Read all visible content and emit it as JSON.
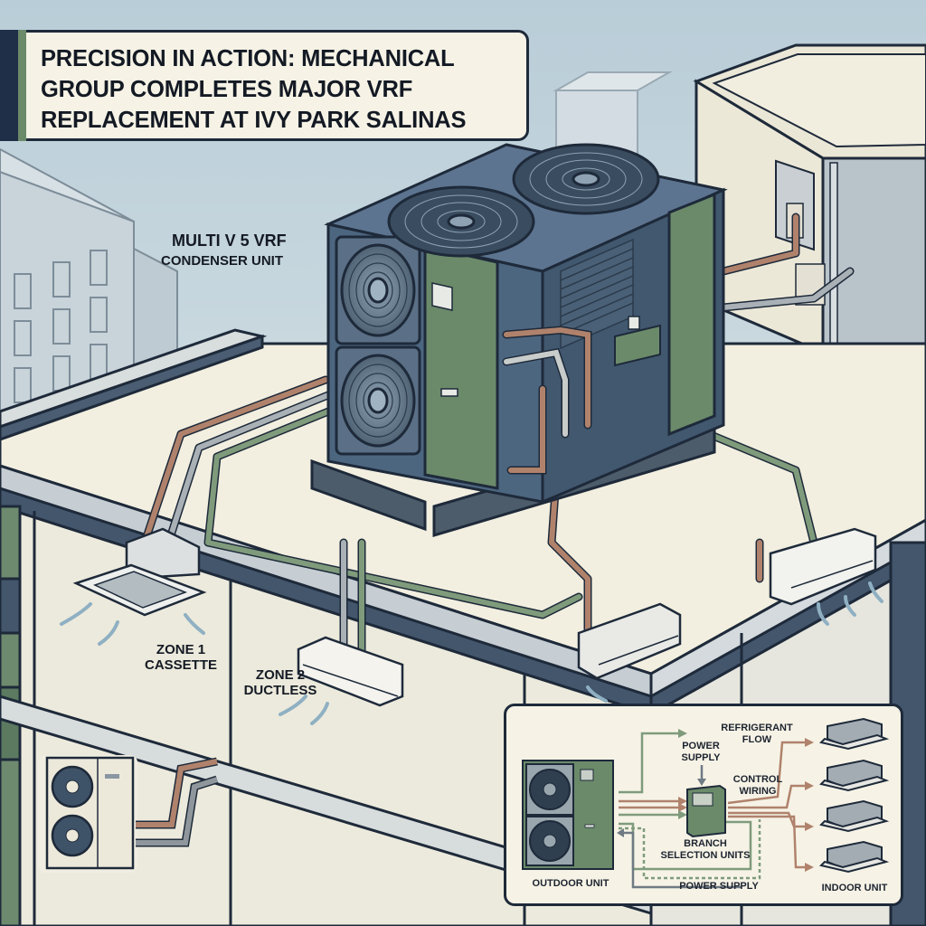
{
  "header": {
    "title": "PRECISION IN ACTION: MECHANICAL GROUP COMPLETES MAJOR VRF REPLACEMENT AT IVY PARK SALINAS"
  },
  "callouts": {
    "condenser": {
      "line1": "MULTI V 5 VRF",
      "line2": "CONDENSER UNIT"
    },
    "zone1": {
      "line1": "ZONE 1",
      "line2": "CASSETTE"
    },
    "zone2": {
      "line1": "ZONE 2",
      "line2": "DUCTLESS"
    }
  },
  "schematic": {
    "outdoor_unit": "OUTDOOR UNIT",
    "refrigerant_flow": {
      "line1": "REFRIGERANT",
      "line2": "FLOW"
    },
    "power_supply_top": {
      "line1": "POWER",
      "line2": "SUPPLY"
    },
    "control_wiring": {
      "line1": "CONTROL",
      "line2": "WIRING"
    },
    "branch_units": {
      "line1": "BRANCH",
      "line2": "SELECTION UNITS"
    },
    "power_supply_bottom": "POWER SUPPLY",
    "indoor_unit": "INDOOR UNIT",
    "indoor_unit_count": 4
  },
  "icons": {
    "condenser": "condenser-unit-icon",
    "cassette": "ceiling-cassette-icon",
    "ductless": "wall-mounted-ductless-icon",
    "airflow": "airflow-arrow-icon",
    "branch_box": "branch-selection-box-icon"
  },
  "colors": {
    "sky": "#cfdde3",
    "navy": "#1f2f48",
    "unit_blue": "#4d6680",
    "unit_green": "#6b8a6a",
    "copper": "#b0826c",
    "pipe_green": "#7f9b7c",
    "pipe_gray": "#a9b1b6",
    "roof_cream": "#f3f0e1",
    "card_cream": "#f6f3e6",
    "airflow_blue": "#8fb0c3"
  }
}
